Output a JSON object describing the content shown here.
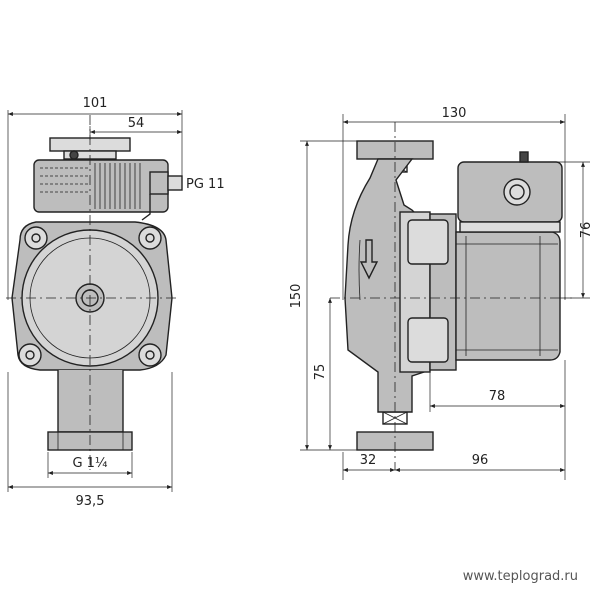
{
  "labels": {
    "front_width": "101",
    "front_right_width": "54",
    "cable_gland": "PG 11",
    "thread": "G 1¼",
    "flange_width": "93,5",
    "side_width": "130",
    "motor_height": "76",
    "port_length": "150",
    "center_height": "75",
    "motor_depth": "78",
    "inlet_offset": "32",
    "outlet_offset": "96"
  },
  "watermark": "www.teplograd.ru",
  "colors": {
    "line": "#222222",
    "fill_gray": "#bdbdbd",
    "fill_light": "#dcdcdc"
  }
}
